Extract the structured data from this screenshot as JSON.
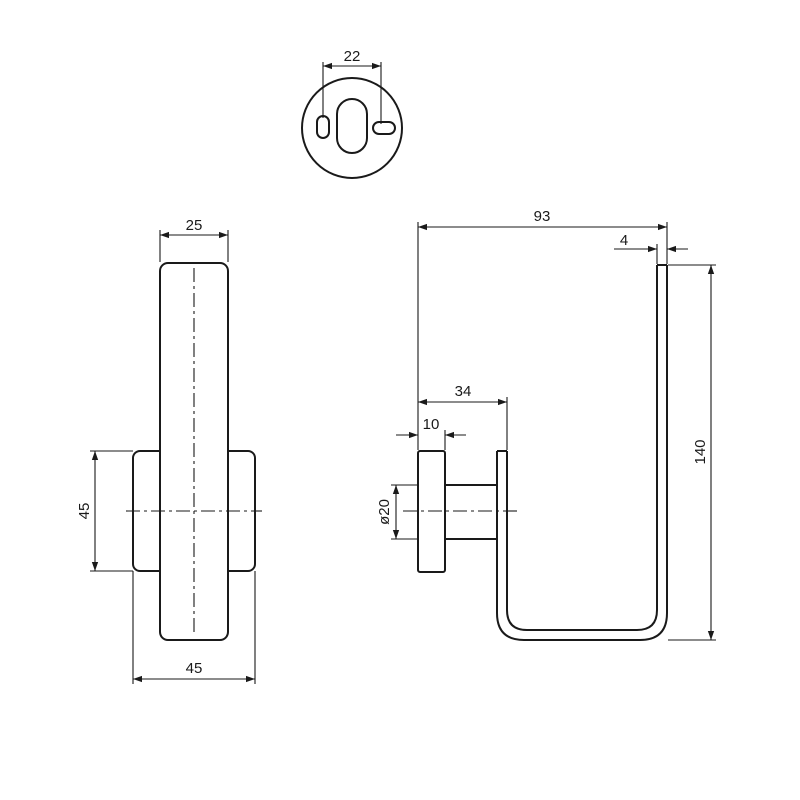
{
  "dimensions": {
    "rosette_hole_spacing": "22",
    "front_width": "25",
    "front_rosette_height": "45",
    "front_rosette_width": "45",
    "side_total_projection": "93",
    "side_rod_thickness": "4",
    "side_rosette_to_rod": "34",
    "side_rosette_thickness": "10",
    "side_stem_diameter": "ø20",
    "side_total_height": "140"
  },
  "colors": {
    "line": "#1a1a1a",
    "background": "#ffffff"
  }
}
